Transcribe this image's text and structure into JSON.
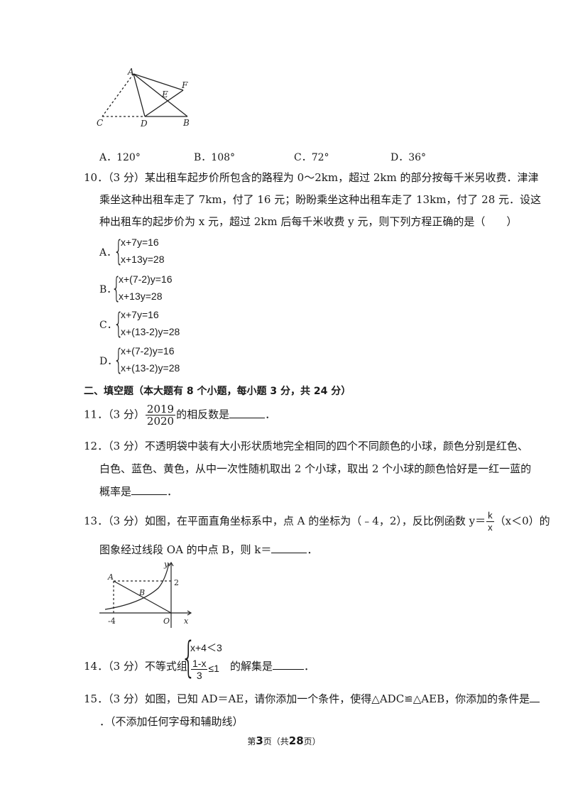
{
  "fig9": {
    "A": "A",
    "F": "F",
    "E": "E",
    "C": "C",
    "D": "D",
    "B": "B"
  },
  "q9": {
    "a": "A．120°",
    "b": "B．108°",
    "c": "C．72°",
    "d": "D．36°"
  },
  "q10": {
    "line1": "10．（3 分）某出租车起步价所包含的路程为 0～2km，超过 2km 的部分按每千米另收费．津津",
    "line2": "乘坐这种出租车走了 7km，付了 16 元；盼盼乘坐这种出租车走了 13km，付了 28 元．设这",
    "line3": "种出租车的起步价为 x 元，超过 2km 后每千米收费 y 元，则下列方程正确的是（　　）",
    "A": {
      "label": "A．",
      "eq1": "x+7y=16",
      "eq2": "x+13y=28"
    },
    "B": {
      "label": "B．",
      "eq1": "x+(7-2)y=16",
      "eq2": "x+13y=28"
    },
    "C": {
      "label": "C．",
      "eq1": "x+7y=16",
      "eq2": "x+(13-2)y=28"
    },
    "D": {
      "label": "D．",
      "eq1": "x+(7-2)y=16",
      "eq2": "x+(13-2)y=28"
    }
  },
  "section2": "二、填空题（本大题有 8 个小题，每小题 3 分，共 24 分）",
  "q11": {
    "prefix": "11．（3 分）",
    "num": "2019",
    "den": "2020",
    "suffix": "的相反数是",
    "end": "．"
  },
  "q12": {
    "line1": "12．（3 分）不透明袋中装有大小形状质地完全相同的四个不同颜色的小球，颜色分别是红色、",
    "line2": "白色、蓝色、黄色，从中一次性随机取出 2 个小球，取出 2 个小球的颜色恰好是一红一蓝的",
    "line3": "概率是",
    "end": "．"
  },
  "q13": {
    "line1": "13．（3 分）如图，在平面直角坐标系中，点 A 的坐标为（﹣4，2），反比例函数 y＝",
    "num": "k",
    "den": "x",
    "cond": "（x＜0）的",
    "line2": "图象经过线段 OA 的中点 B，则 k＝",
    "end": "．"
  },
  "fig13": {
    "y": "y",
    "A": "A",
    "two": "2",
    "B": "B",
    "minus4": "-4",
    "O": "O",
    "x": "x"
  },
  "q14": {
    "prefix": "14．（3 分）不等式组",
    "eq1": "x+4＜3",
    "num": "1-x",
    "den": "3",
    "rel": "≤1",
    "suffix": "的解集是",
    "end": "．"
  },
  "q15": {
    "line1": "15．（3 分）如图，已知 AD＝AE，请你添加一个条件，使得△ADC≌△AEB，你添加的条件是",
    "line2": "．（不添加任何字母和辅助线）"
  },
  "footer": {
    "pre": "第",
    "page": "3",
    "mid": "页（共",
    "total": "28",
    "post": "页）"
  }
}
